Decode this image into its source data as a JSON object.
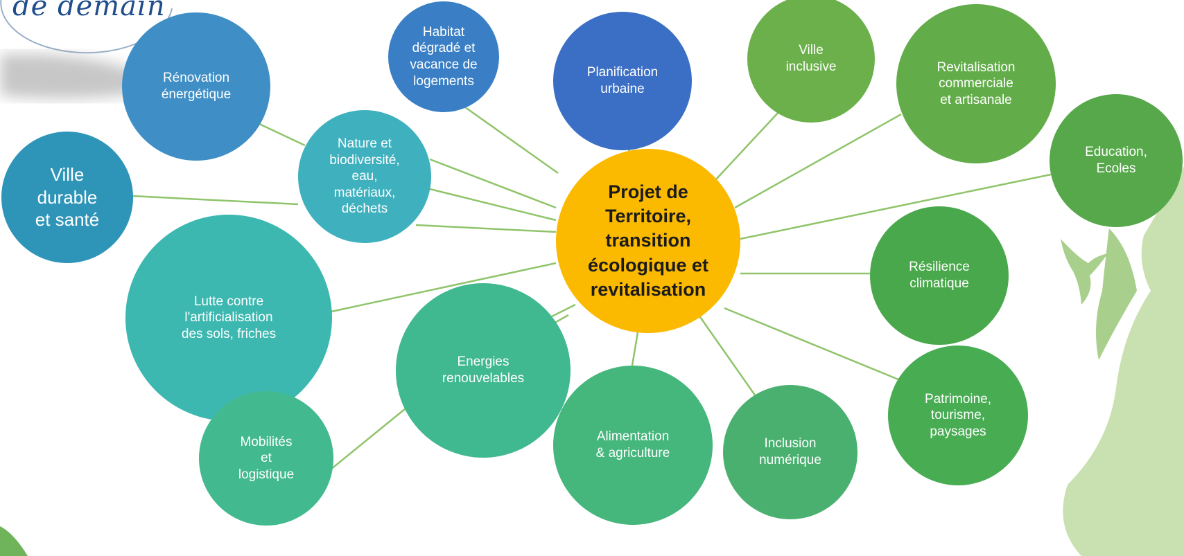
{
  "logo": {
    "text": "de demain"
  },
  "diagram": {
    "center": {
      "label": "Projet de\nTerritoire,\ntransition\nécologique et\nrevitalisation",
      "color": "#fbb900"
    },
    "nodes": [
      {
        "id": "renovation",
        "label": "Rénovation\nénergétique",
        "color": "#3f8fc6"
      },
      {
        "id": "habitat",
        "label": "Habitat\ndégradé et\nvacance de\nlogements",
        "color": "#3a7fc5"
      },
      {
        "id": "planification",
        "label": "Planification\nurbaine",
        "color": "#3b6fc5"
      },
      {
        "id": "ville-inclusive",
        "label": "Ville\ninclusive",
        "color": "#6bb04a"
      },
      {
        "id": "revitalisation",
        "label": "Revitalisation\ncommerciale\net artisanale",
        "color": "#62ad49"
      },
      {
        "id": "education",
        "label": "Education,\nEcoles",
        "color": "#56a84a"
      },
      {
        "id": "nature",
        "label": "Nature et\nbiodiversité,\neau,\nmatériaux,\ndéchets",
        "color": "#3eb0be"
      },
      {
        "id": "ville-durable",
        "label": "Ville\ndurable\net santé",
        "color": "#2e94b8"
      },
      {
        "id": "lutte",
        "label": "Lutte contre\nl'artificialisation\ndes sols, friches",
        "color": "#3cb8b0"
      },
      {
        "id": "resilience",
        "label": "Résilience\nclimatique",
        "color": "#4aa84c"
      },
      {
        "id": "energies",
        "label": "Energies\nrenouvelables",
        "color": "#40b890"
      },
      {
        "id": "alimentation",
        "label": "Alimentation\n& agriculture",
        "color": "#45b67c"
      },
      {
        "id": "inclusion",
        "label": "Inclusion\nnumérique",
        "color": "#4ab070"
      },
      {
        "id": "patrimoine",
        "label": "Patrimoine,\ntourisme,\npaysages",
        "color": "#47ac52"
      },
      {
        "id": "mobilites",
        "label": "Mobilités\net\nlogistique",
        "color": "#42b98e"
      }
    ],
    "connector_color": "#8fc46a",
    "decoration_color": "#cfe3b6"
  }
}
